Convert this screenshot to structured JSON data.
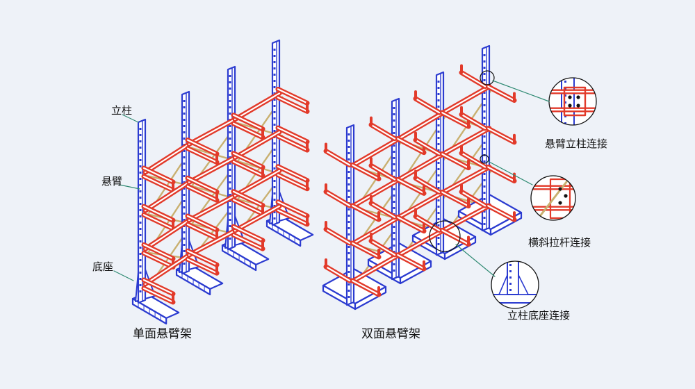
{
  "labels": {
    "column": "立柱",
    "arm": "悬臂",
    "base": "底座"
  },
  "captions": {
    "single_sided": "单面悬臂架",
    "double_sided": "双面悬臂架"
  },
  "callouts": {
    "arm_column": "悬臂立柱连接",
    "brace": "横斜拉杆连接",
    "column_base": "立柱底座连接"
  },
  "colors": {
    "background": "#eef2f8",
    "column": "#2b3bd0",
    "arm": "#e23a2a",
    "brace": "#c9b070",
    "leader": "#2e8a72"
  }
}
